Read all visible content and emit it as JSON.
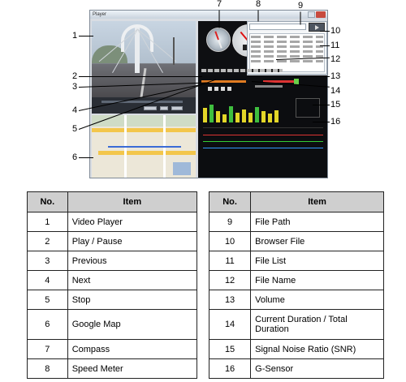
{
  "screenshot": {
    "window_title": "Player",
    "callouts": [
      "1",
      "2",
      "3",
      "4",
      "5",
      "6",
      "7",
      "8",
      "9",
      "10",
      "11",
      "12",
      "13",
      "14",
      "15",
      "16"
    ]
  },
  "table_left": {
    "header_no": "No.",
    "header_item": "Item",
    "rows": [
      {
        "no": "1",
        "item": "Video Player"
      },
      {
        "no": "2",
        "item": "Play / Pause"
      },
      {
        "no": "3",
        "item": "Previous"
      },
      {
        "no": "4",
        "item": "Next"
      },
      {
        "no": "5",
        "item": "Stop"
      },
      {
        "no": "6",
        "item": "Google Map"
      },
      {
        "no": "7",
        "item": "Compass"
      },
      {
        "no": "8",
        "item": "Speed Meter"
      }
    ]
  },
  "table_right": {
    "header_no": "No.",
    "header_item": "Item",
    "rows": [
      {
        "no": "9",
        "item": "File Path"
      },
      {
        "no": "10",
        "item": "Browser File"
      },
      {
        "no": "11",
        "item": "File List"
      },
      {
        "no": "12",
        "item": "File Name"
      },
      {
        "no": "13",
        "item": "Volume"
      },
      {
        "no": "14",
        "item": "Current Duration / Total Duration"
      },
      {
        "no": "15",
        "item": "Signal Noise Ratio (SNR)"
      },
      {
        "no": "16",
        "item": "G-Sensor"
      }
    ]
  }
}
